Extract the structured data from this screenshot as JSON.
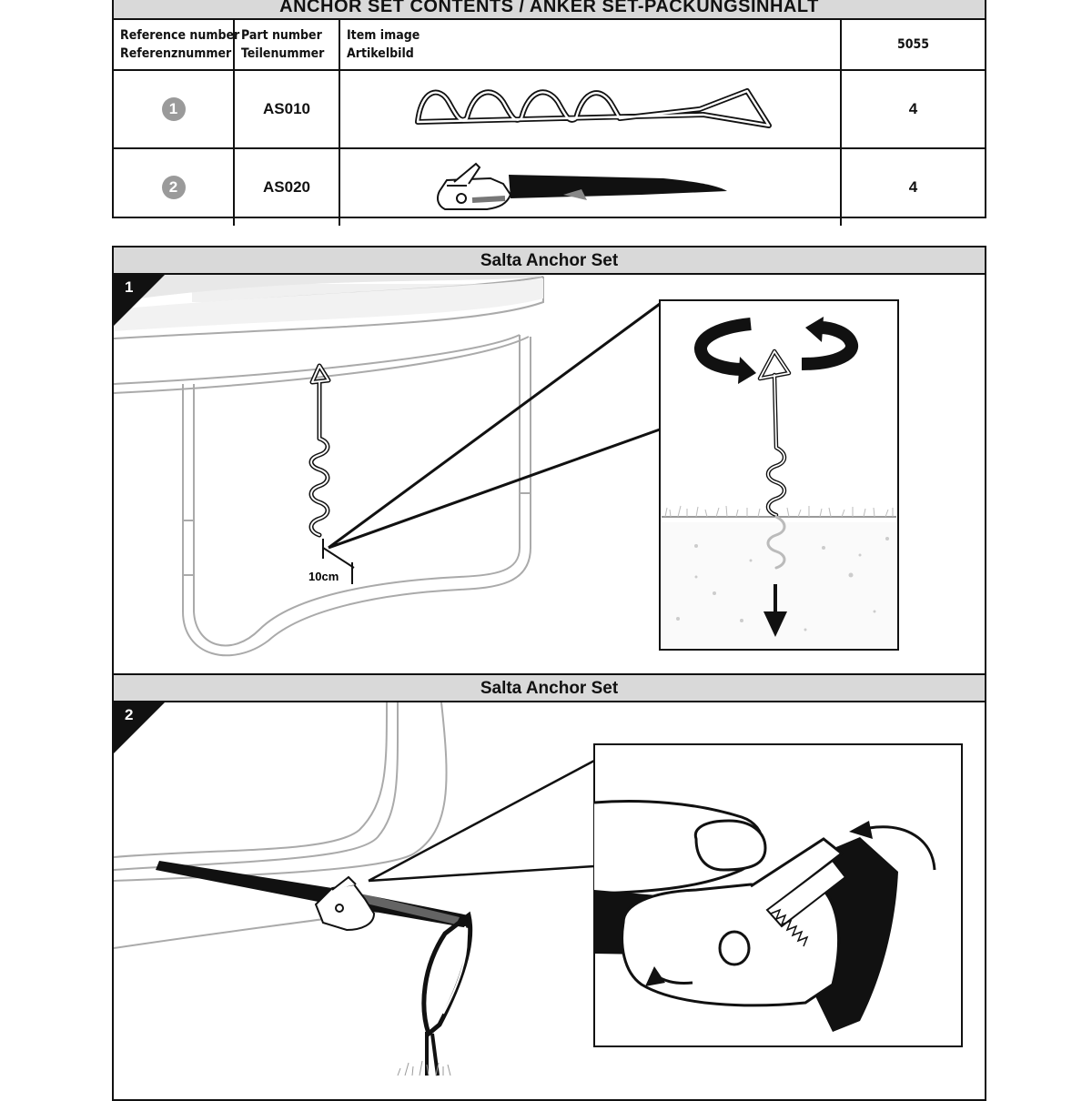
{
  "contents": {
    "title": "ANCHOR SET CONTENTS / ANKER SET-PACKUNGSINHALT",
    "headers": {
      "ref_line1": "Reference number",
      "ref_line2": "Referenznummer",
      "part_line1": "Part number",
      "part_line2": "Teilenummer",
      "image_line1": "Item image",
      "image_line2": "Artikelbild",
      "model": "5055"
    },
    "rows": [
      {
        "ref": "1",
        "part": "AS010",
        "item_icon": "spiral-anchor-icon",
        "qty": "4"
      },
      {
        "ref": "2",
        "part": "AS020",
        "item_icon": "buckle-strap-icon",
        "qty": "4"
      }
    ]
  },
  "steps": [
    {
      "number": "1",
      "title": "Salta Anchor Set",
      "measurement": "10cm"
    },
    {
      "number": "2",
      "title": "Salta Anchor Set"
    }
  ],
  "colors": {
    "header_bg": "#d9d9d9",
    "border": "#111111",
    "badge": "#9a9a9a"
  }
}
